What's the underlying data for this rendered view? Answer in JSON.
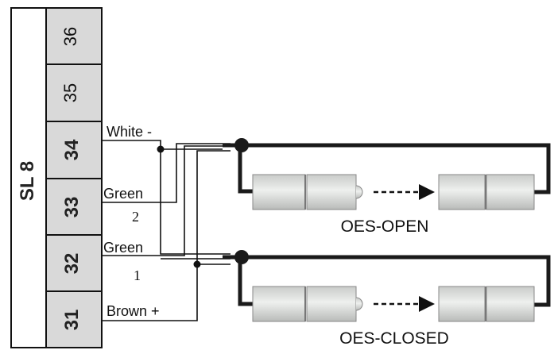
{
  "block": {
    "label": "SL 8",
    "terminals": [
      {
        "number": "36",
        "bold": false
      },
      {
        "number": "35",
        "bold": false
      },
      {
        "number": "34",
        "bold": true
      },
      {
        "number": "33",
        "bold": true
      },
      {
        "number": "32",
        "bold": true
      },
      {
        "number": "31",
        "bold": true
      }
    ]
  },
  "wires": {
    "white": "White -",
    "green2": "Green",
    "green2_num": "2",
    "green1": "Green",
    "green1_num": "1",
    "brown": "Brown +"
  },
  "sensors": {
    "open": "OES-OPEN",
    "closed": "OES-CLOSED"
  },
  "colors": {
    "terminal_fill": "#d9d9d9",
    "sensor_fill": "#d4d6d4",
    "cable": "#1a1a1a"
  }
}
